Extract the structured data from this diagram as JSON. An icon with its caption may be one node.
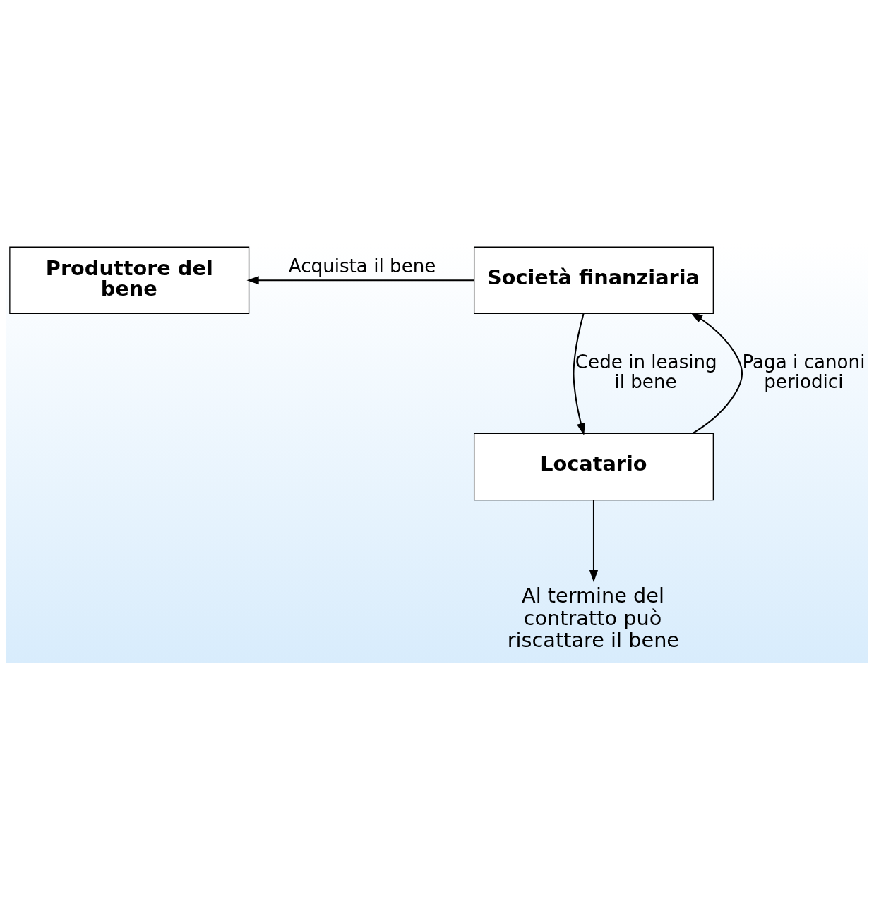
{
  "diagram": {
    "nodes": [
      {
        "text": [
          "Produttore del bene"
        ]
      },
      {
        "text": [
          "Società finanziaria"
        ]
      },
      {
        "text": [
          "Locatario"
        ]
      },
      {
        "text": [
          "Al termine del contratto può riscattare il bene"
        ]
      }
    ],
    "edges": [
      {
        "from": 1,
        "to": 0,
        "arrow": "to",
        "label": "Acquista il bene"
      },
      {
        "from": 2,
        "to": 1,
        "arrow": "to",
        "label": "Paga i canoni periodici"
      },
      {
        "from": 1,
        "to": 2,
        "arrow": "to",
        "label": "Cede in leasing il bene"
      },
      {
        "from": 2,
        "to": 3,
        "arrow": "to"
      }
    ]
  }
}
